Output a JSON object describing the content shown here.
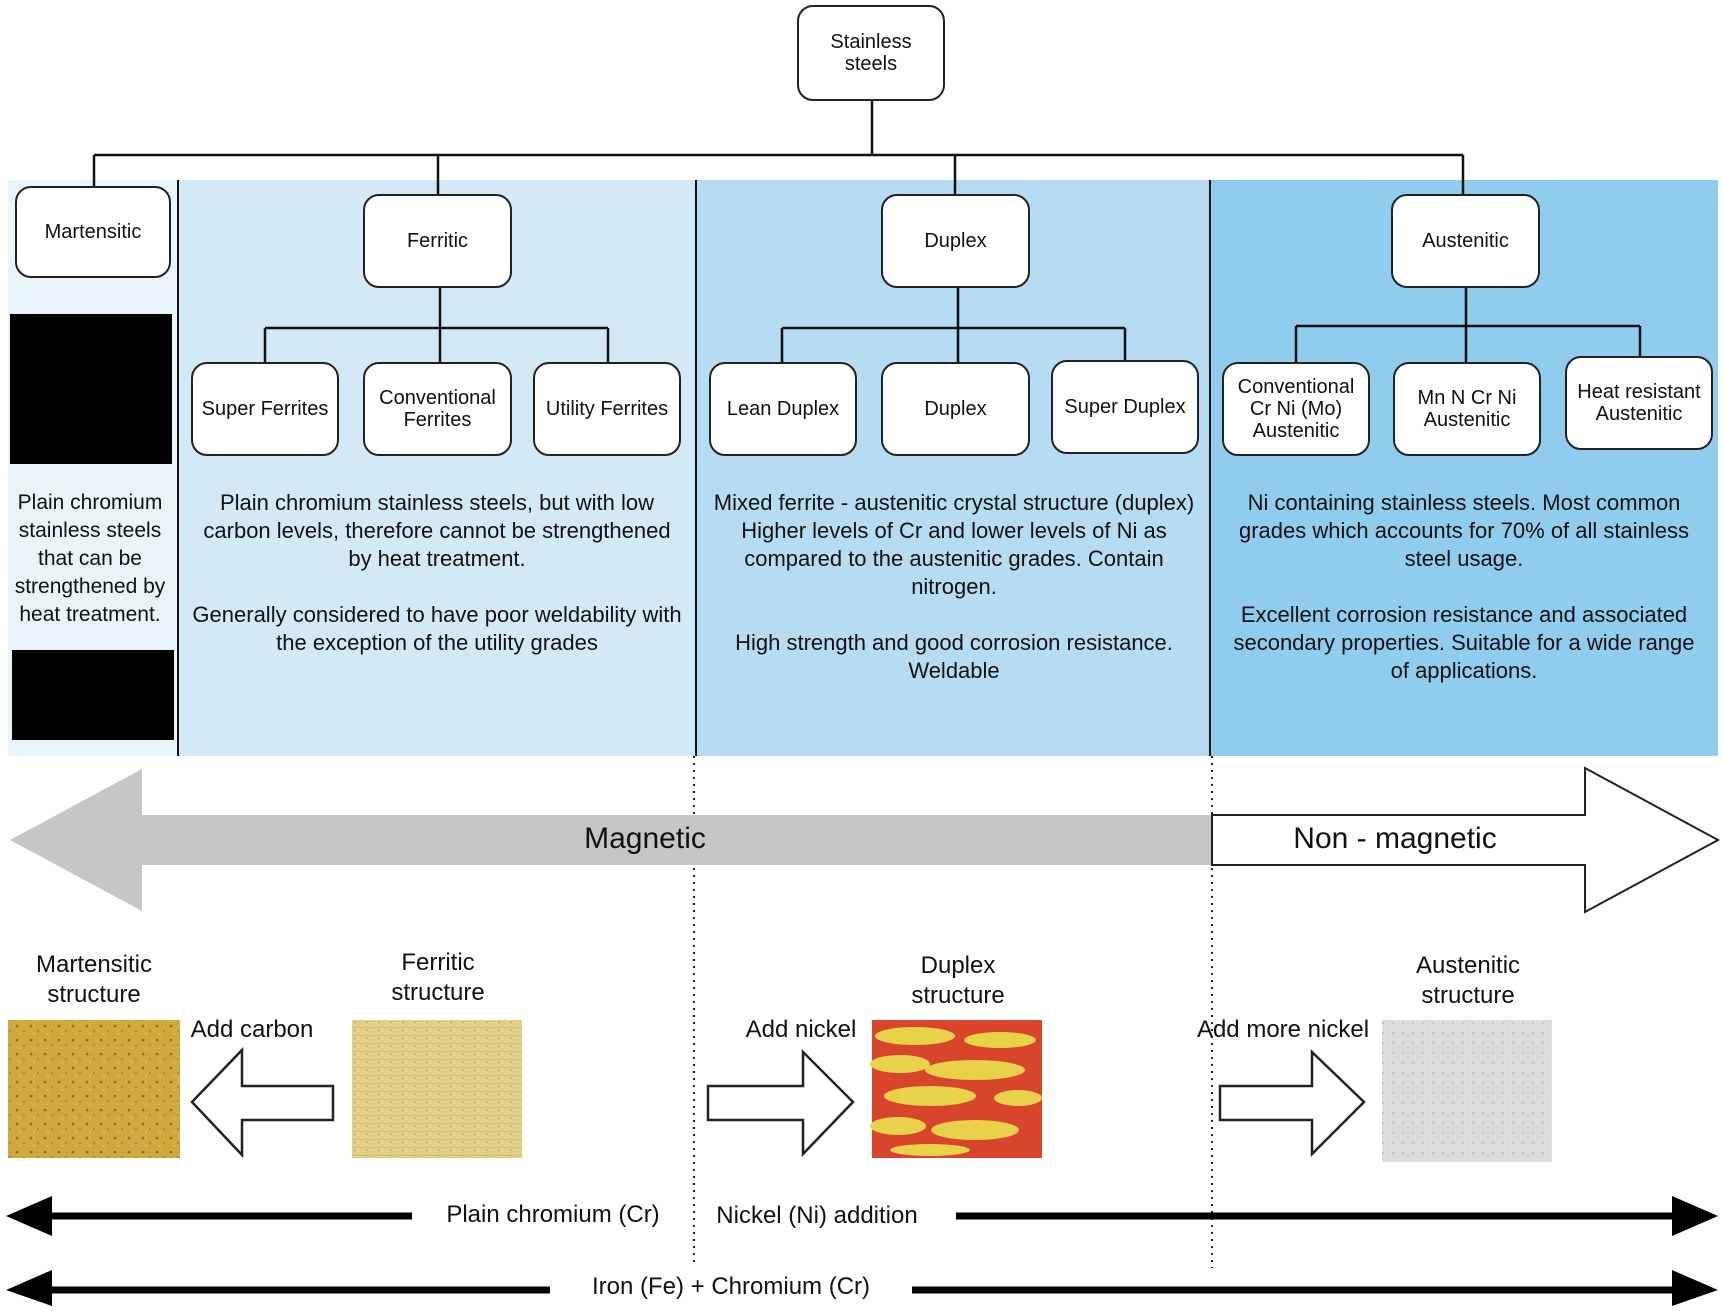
{
  "root": "Stainless steels",
  "families": {
    "martensitic": {
      "title": "Martensitic",
      "description": "Plain chromium stainless steels that can be strengthened by heat treatment."
    },
    "ferritic": {
      "title": "Ferritic",
      "subtypes": [
        "Super Ferrites",
        "Conventional Ferrites",
        "Utility Ferrites"
      ],
      "description": "Plain chromium stainless steels, but with low carbon levels, therefore cannot be strengthened by heat treatment.\n\nGenerally considered to have poor weldability with the exception of the utility grades"
    },
    "duplex": {
      "title": "Duplex",
      "subtypes": [
        "Lean Duplex",
        "Duplex",
        "Super Duplex"
      ],
      "description": "Mixed ferrite - austenitic crystal structure (duplex) Higher levels of Cr and lower levels of Ni as compared to the austenitic grades. Contain nitrogen.\n\nHigh strength and good corrosion resistance. Weldable"
    },
    "austenitic": {
      "title": "Austenitic",
      "subtypes": [
        "Conventional Cr Ni (Mo) Austenitic",
        "Mn N Cr Ni Austenitic",
        "Heat resistant Austenitic"
      ],
      "description": "Ni containing stainless steels. Most common grades which accounts for 70% of all stainless steel usage.\n\nExcellent corrosion resistance and associated secondary properties. Suitable for a wide range of applications."
    }
  },
  "magnetism": {
    "magnetic": "Magnetic",
    "non_magnetic": "Non - magnetic"
  },
  "structures": {
    "martensitic": "Martensitic structure",
    "ferritic": "Ferritic structure",
    "duplex": "Duplex structure",
    "austenitic": "Austenitic structure"
  },
  "transitions": {
    "add_carbon": "Add carbon",
    "add_nickel": "Add nickel",
    "add_more_nickel": "Add more nickel"
  },
  "composition": {
    "plain_chromium": "Plain chromium (Cr)",
    "nickel_addition": "Nickel (Ni) addition",
    "iron_chromium": "Iron (Fe) + Chromium (Cr)"
  },
  "colors": {
    "martensitic_band": "#e8f3fa",
    "ferritic_band": "#d3e9f6",
    "duplex_band": "#b5dcf2",
    "austenitic_band": "#8fccee",
    "magnetic_arrow": "#c6c6c6",
    "martensite": "#cfa840",
    "ferrite": "#e2cf88",
    "duplex_red": "#d8452c",
    "duplex_yellow": "#e8d24a",
    "austenite": "#dcdcdc"
  }
}
